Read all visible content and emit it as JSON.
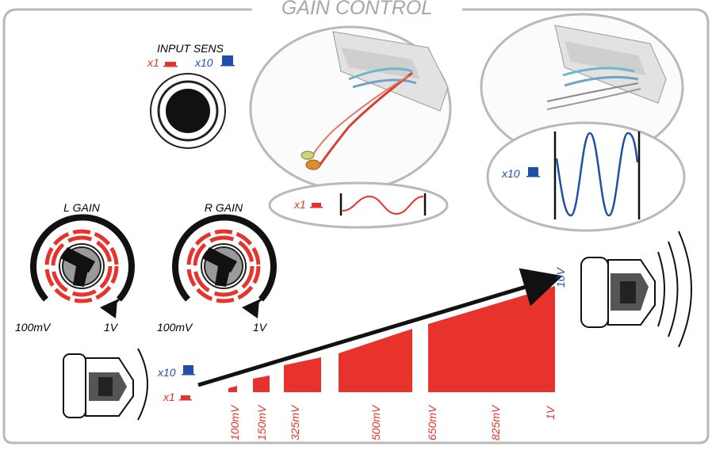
{
  "title": "GAIN CONTROL",
  "input_sens": {
    "label": "INPUT SENS",
    "x1_label": "x1",
    "x10_label": "x10"
  },
  "wave_x1_label": "x1",
  "wave_x10_label": "x10",
  "left_gain": {
    "label": "L GAIN",
    "min_label": "100mV",
    "max_label": "1V"
  },
  "right_gain": {
    "label": "R GAIN",
    "min_label": "100mV",
    "max_label": "1V"
  },
  "ramp": {
    "x1_label": "x1",
    "x10_label": "x10",
    "top_label": "10V",
    "steps": [
      "100mV",
      "150mV",
      "325mV",
      "500mV",
      "650mV",
      "825mV",
      "1V"
    ]
  },
  "colors": {
    "red": "#e8322c",
    "blue": "#1f4fa8",
    "grey": "#a7a7a7",
    "frame": "#b9b9b9"
  }
}
